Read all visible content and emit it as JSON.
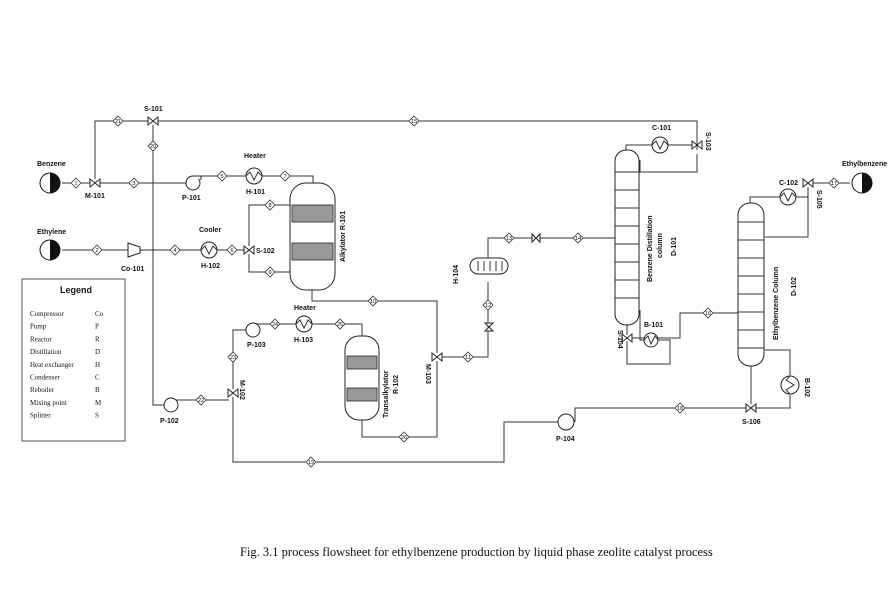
{
  "caption": "Fig. 3.1 process flowsheet for ethylbenzene production by liquid phase zeolite catalyst process",
  "feeds": {
    "benzene": "Benzene",
    "ethylene": "Ethylene",
    "product": "Ethylbenzene"
  },
  "equipment": {
    "s101": "S-101",
    "m101": "M-101",
    "p101": "P-101",
    "heater1": "Heater",
    "h101": "H-101",
    "co101": "Co-101",
    "cooler": "Cooler",
    "h102": "H-102",
    "s102": "S-102",
    "r101": "Alkylator R-101",
    "heater2": "Heater",
    "h103": "H-103",
    "p103": "P-103",
    "m102": "M-102",
    "p102": "P-102",
    "r102a": "Transalkylator",
    "r102b": "R-102",
    "m103": "M-103",
    "h104": "H-104",
    "c101": "C-101",
    "s103": "S-103",
    "d101a": "Benzene Distillation",
    "d101b": "column",
    "d101c": "D-101",
    "s104": "S-104",
    "b101": "B-101",
    "c102": "C-102",
    "s105": "S-105",
    "d102a": "Ethylbenzene Column",
    "d102b": "D-102",
    "b102": "B-102",
    "s106": "S-106",
    "p104": "P-104"
  },
  "streams": [
    "1",
    "2",
    "3",
    "4",
    "5",
    "6",
    "7",
    "8",
    "9",
    "10",
    "11",
    "12",
    "13",
    "14",
    "15",
    "16",
    "17",
    "18",
    "19",
    "20",
    "21",
    "22",
    "23",
    "24",
    "25",
    "26"
  ],
  "legend": {
    "title": "Legend",
    "items": [
      {
        "name": "Compressor",
        "code": "Co"
      },
      {
        "name": "Pump",
        "code": "P"
      },
      {
        "name": "Reactor",
        "code": "R"
      },
      {
        "name": "Distillation",
        "code": "D"
      },
      {
        "name": "Heat exchanger",
        "code": "H"
      },
      {
        "name": "Condenser",
        "code": "C"
      },
      {
        "name": "Reboiler",
        "code": "B"
      },
      {
        "name": "Mixing point",
        "code": "M"
      },
      {
        "name": "Splitter",
        "code": "S"
      }
    ]
  }
}
